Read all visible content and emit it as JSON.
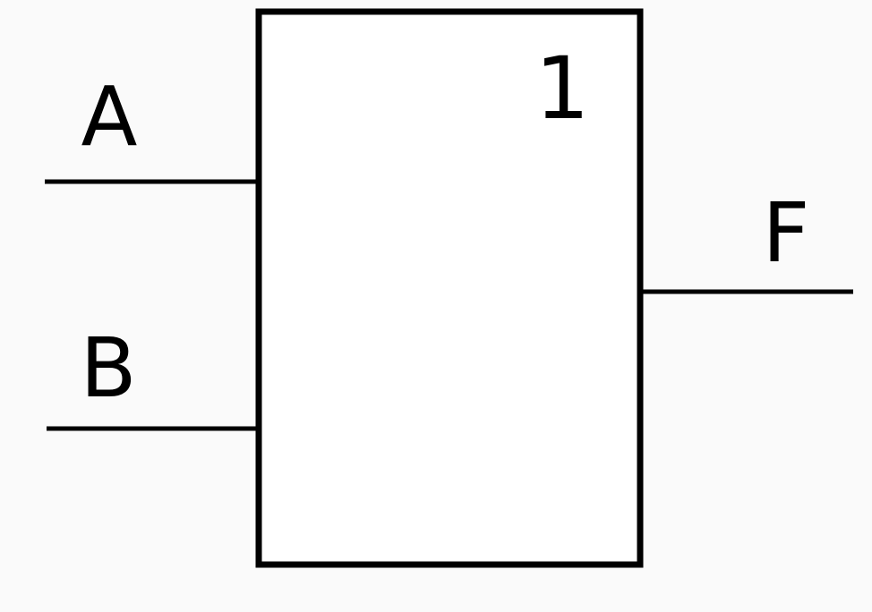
{
  "diagram": {
    "type": "logic-gate",
    "gate_symbol": "1",
    "inputs": [
      {
        "label": "A"
      },
      {
        "label": "B"
      }
    ],
    "output": {
      "label": "F"
    }
  },
  "colors": {
    "stroke": "#000000",
    "background": "#fafafa",
    "gate_fill": "#ffffff"
  }
}
